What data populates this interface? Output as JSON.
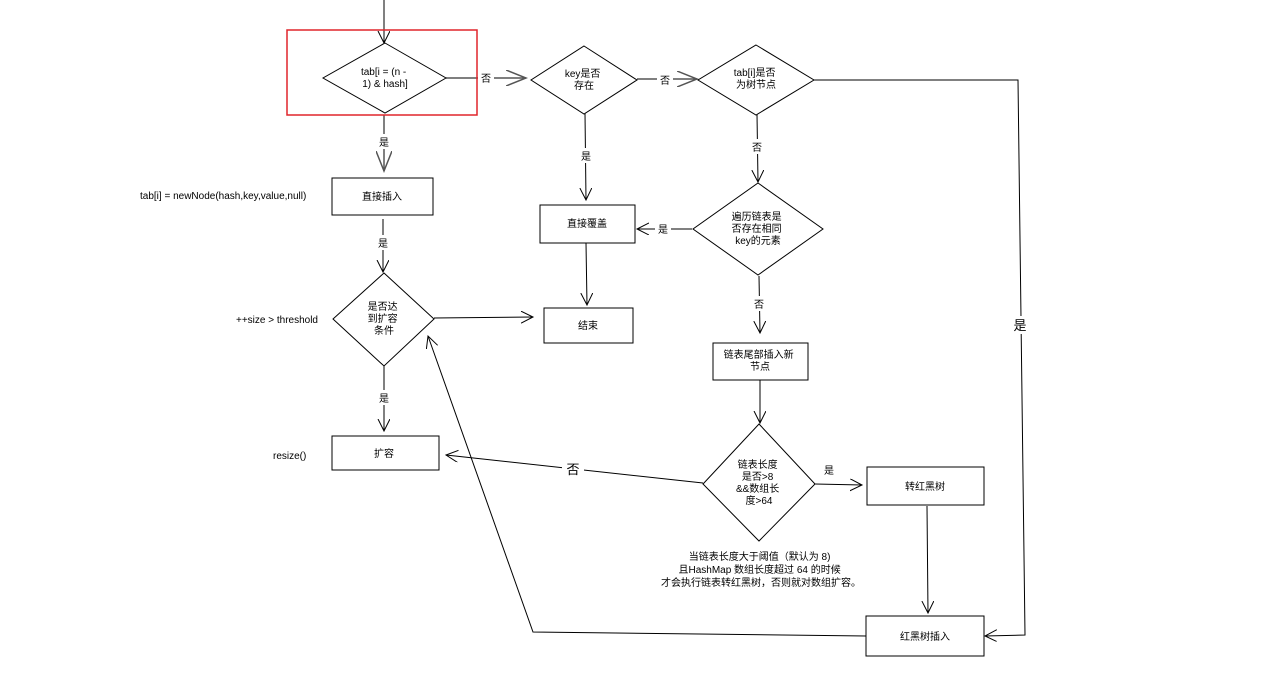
{
  "nodes": {
    "check_tab": [
      "tab[i = (n -",
      "1) & hash]"
    ],
    "key_exists": [
      "key是否",
      "存在"
    ],
    "is_tree": [
      "tab[i]是否",
      "为树节点"
    ],
    "direct_insert": "直接插入",
    "direct_overwrite": "直接覆盖",
    "traverse": [
      "遍历链表是",
      "否存在相同",
      "key的元素"
    ],
    "end": "结束",
    "expand_check": [
      "是否达",
      "到扩容",
      "条件"
    ],
    "append_node": [
      "链表尾部插入新",
      "节点"
    ],
    "list_length": [
      "链表长度",
      "是否>8",
      "&&数组长",
      "度>64"
    ],
    "to_rb_tree": "转红黑树",
    "resize": "扩容",
    "rb_insert": "红黑树插入"
  },
  "side_labels": {
    "new_node": "tab[i] = newNode(hash,key,value,null)",
    "threshold": "++size > threshold",
    "resize_call": "resize()"
  },
  "edge_labels": {
    "yes": "是",
    "no": "否"
  },
  "note": [
    "当链表长度大于阈值（默认为 8)",
    "且HashMap 数组长度超过 64 的时候",
    "才会执行链表转红黑树，否则就对数组扩容。"
  ],
  "colors": {
    "highlight": "#e0252b",
    "stroke": "#000000",
    "fill": "#ffffff"
  }
}
